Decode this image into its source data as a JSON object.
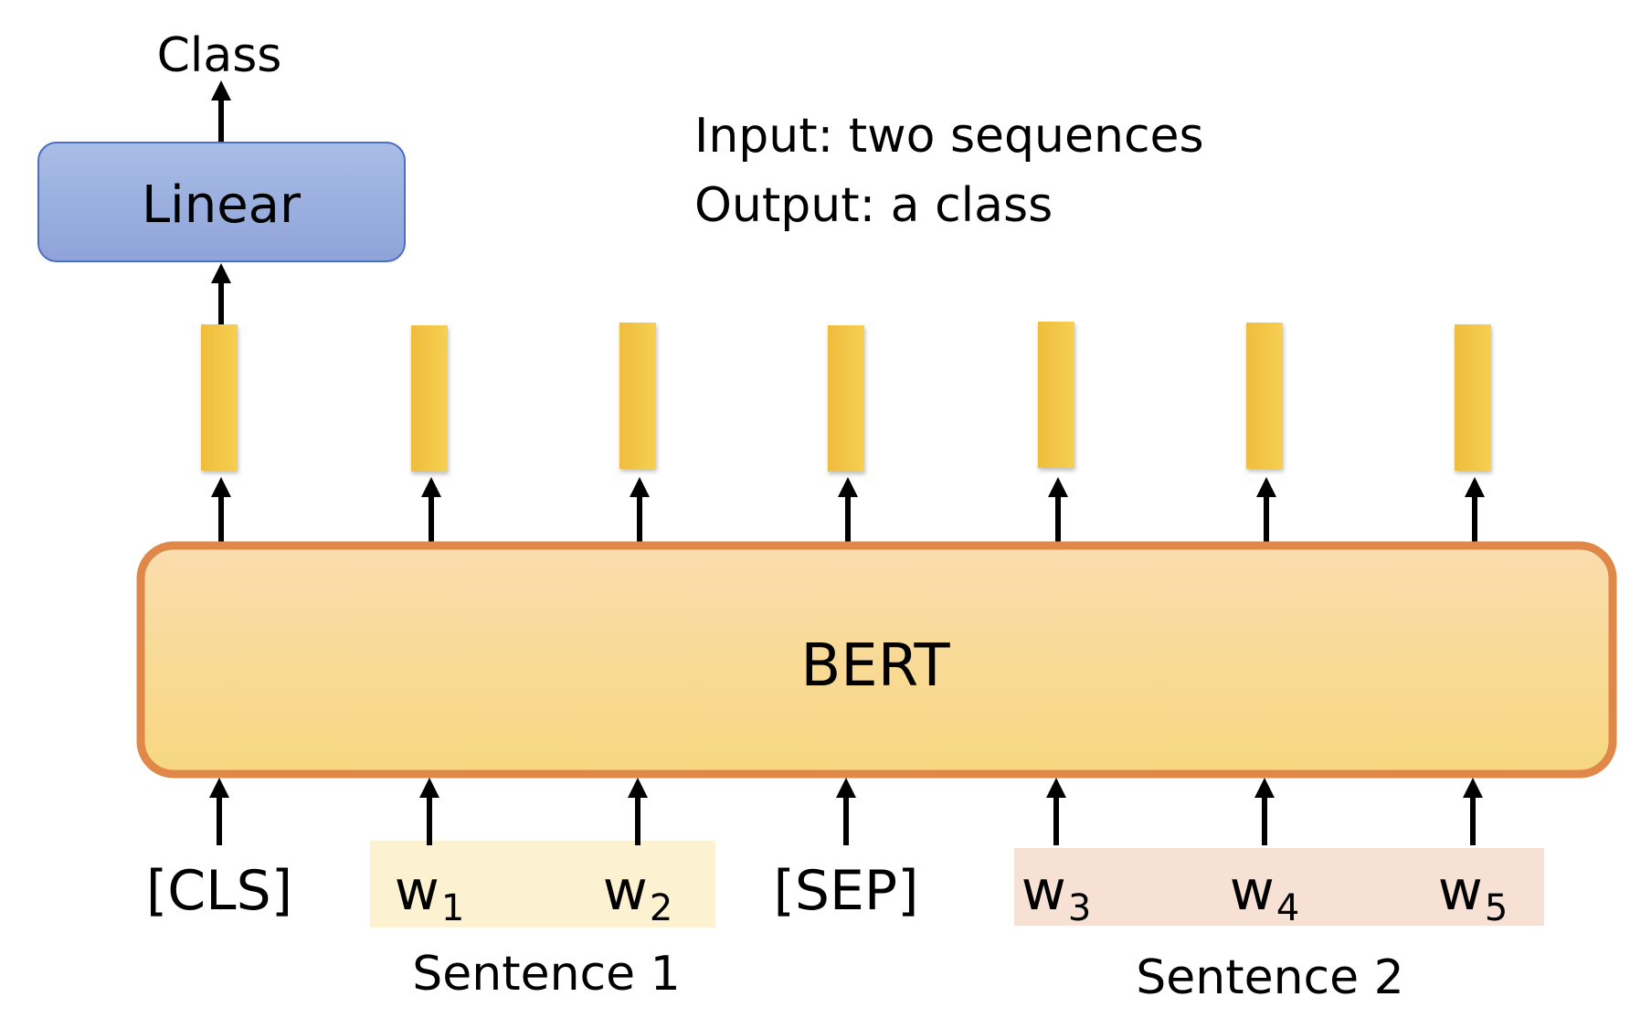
{
  "output_label": "Class",
  "linear_label": "Linear",
  "info": {
    "line1": "Input: two sequences",
    "line2": "Output: a class"
  },
  "model_label": "BERT",
  "tokens": [
    {
      "main": "[CLS]",
      "sub": ""
    },
    {
      "main": "w",
      "sub": "1"
    },
    {
      "main": "w",
      "sub": "2"
    },
    {
      "main": "[SEP]",
      "sub": ""
    },
    {
      "main": "w",
      "sub": "3"
    },
    {
      "main": "w",
      "sub": "4"
    },
    {
      "main": "w",
      "sub": "5"
    }
  ],
  "sentence_labels": {
    "sentence1": "Sentence 1",
    "sentence2": "Sentence 2"
  },
  "colors": {
    "linear_fill_top": "#a9bde6",
    "linear_fill_bottom": "#8fa3d9",
    "linear_stroke": "#4a6fc0",
    "bert_fill_top": "#f9ddae",
    "bert_fill_bottom": "#f7d77f",
    "bert_stroke": "#e0874a",
    "vector_fill": "#f3c443",
    "sentence1_bg": "#fcf1d1",
    "sentence2_bg": "#f6e1d4",
    "arrow": "#000000"
  }
}
